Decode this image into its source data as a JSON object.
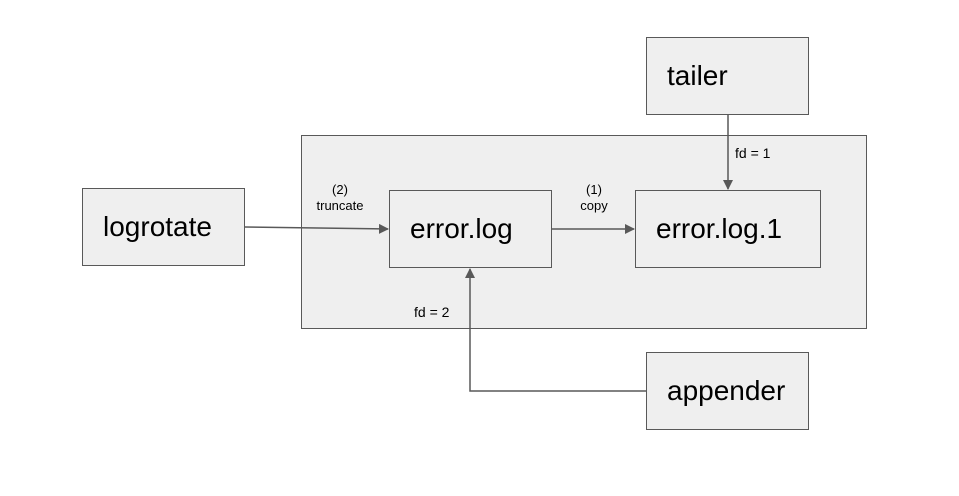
{
  "nodes": {
    "tailer": "tailer",
    "logrotate": "logrotate",
    "error_log": "error.log",
    "error_log_1": "error.log.1",
    "appender": "appender"
  },
  "edge_labels": {
    "truncate_step": "(2)",
    "truncate": "truncate",
    "copy_step": "(1)",
    "copy": "copy",
    "tailer_fd": "fd = 1",
    "appender_fd": "fd = 2"
  }
}
